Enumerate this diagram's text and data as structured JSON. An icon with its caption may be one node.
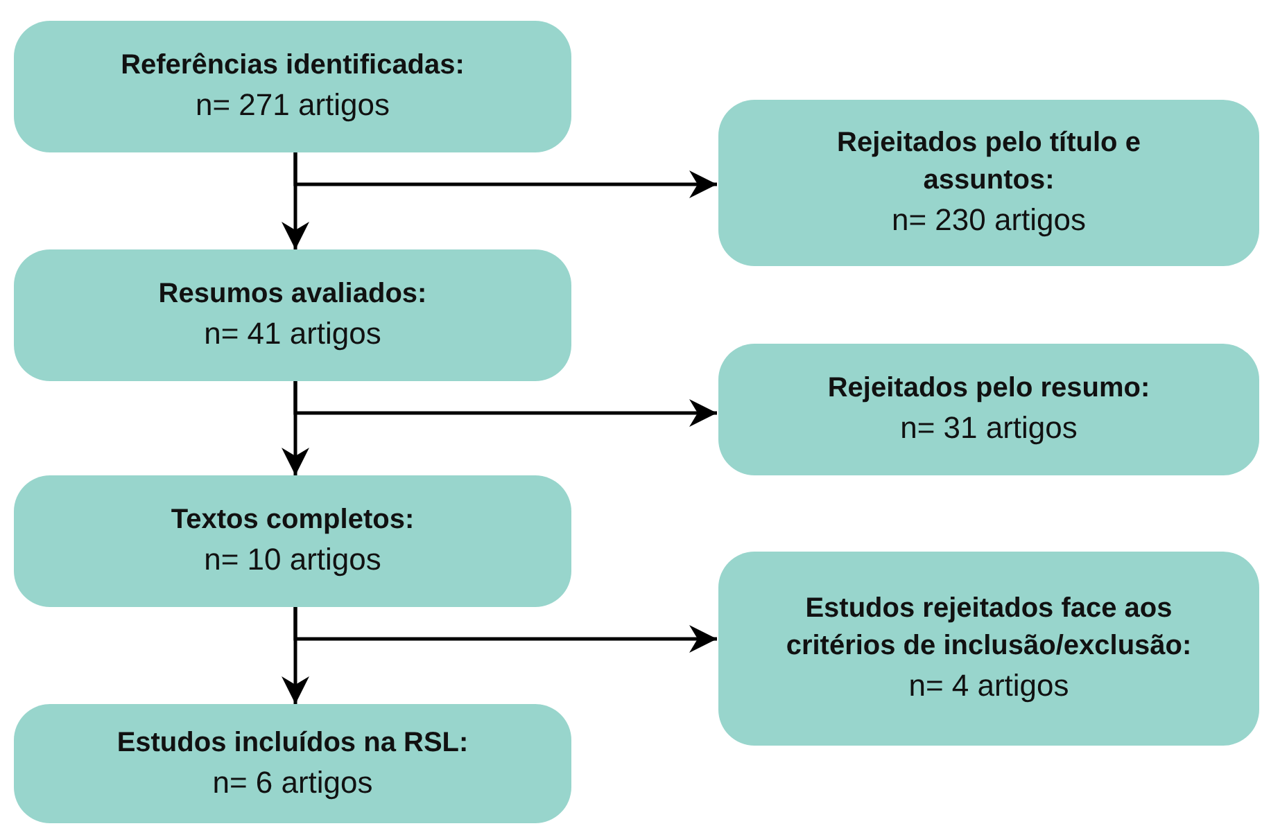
{
  "diagram": {
    "nodes": [
      {
        "text": [
          "Referências identificadas:",
          "n= 271 artigos"
        ]
      },
      {
        "text": [
          "Rejeitados pelo título e assuntos:",
          "n= 230 artigos"
        ]
      },
      {
        "text": [
          "Resumos avaliados:",
          "n= 41 artigos"
        ]
      },
      {
        "text": [
          "Rejeitados pelo resumo:",
          "n= 31 artigos"
        ]
      },
      {
        "text": [
          "Textos completos:",
          "n= 10 artigos"
        ]
      },
      {
        "text": [
          "Estudos rejeitados face aos critérios de inclusão/exclusão:",
          "n= 4 artigos"
        ]
      },
      {
        "text": [
          "Estudos incluídos na RSL:",
          "n= 6 artigos"
        ]
      }
    ],
    "edges": [
      {
        "from": 0,
        "to": 2,
        "arrow": "to"
      },
      {
        "from": 0,
        "to": 1,
        "arrow": "to"
      },
      {
        "from": 2,
        "to": 4,
        "arrow": "to"
      },
      {
        "from": 2,
        "to": 3,
        "arrow": "to"
      },
      {
        "from": 4,
        "to": 6,
        "arrow": "to"
      },
      {
        "from": 4,
        "to": 5,
        "arrow": "to"
      }
    ]
  }
}
